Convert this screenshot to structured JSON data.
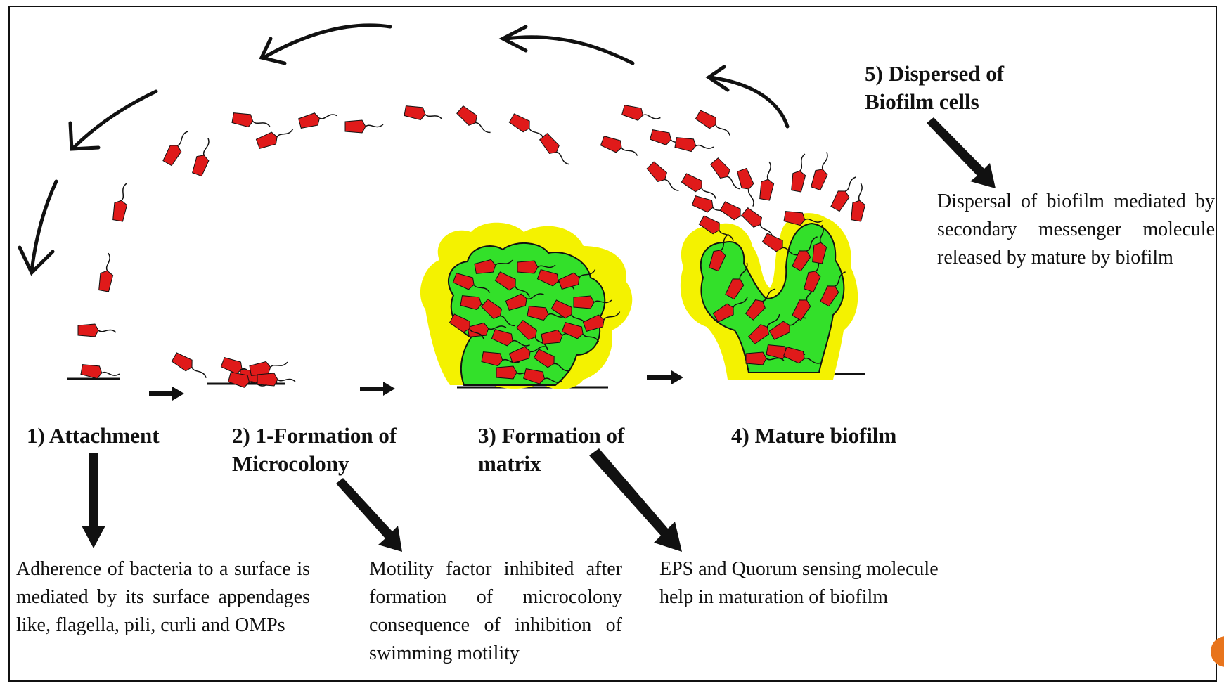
{
  "stages": [
    {
      "label": "1) Attachment"
    },
    {
      "label": "2) 1-Formation of\nMicrocolony"
    },
    {
      "label": "3) Formation of\nmatrix"
    },
    {
      "label": "4) Mature biofilm"
    },
    {
      "label": "5) Dispersed of\nBiofilm cells"
    }
  ],
  "descriptions": {
    "attachment": "Adherence of bacteria to a surface is mediated by its surface appendages like, flagella, pili, curli and OMPs",
    "microcolony": "Motility factor inhibited after formation of microcolony consequence of inhibition of swimming motility",
    "matrix": "EPS and Quorum sensing molecule help in maturation of biofilm",
    "dispersal": "Dispersal of biofilm mediated by secondary messenger molecule released by mature by biofilm"
  },
  "colors": {
    "bacteria": "#e01a1a",
    "matrix_green": "#33e02a",
    "matrix_halo": "#f4f200",
    "ink": "#111111",
    "accent": "#e8741c"
  }
}
